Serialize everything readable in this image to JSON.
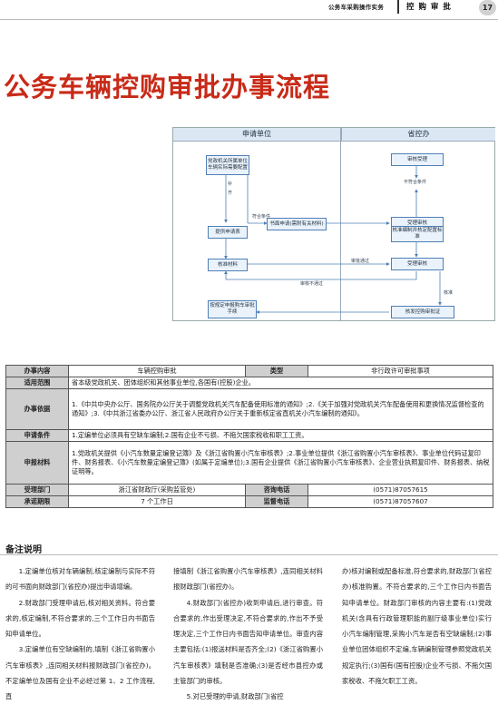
{
  "header": {
    "left": "公务车采购操作实务",
    "right": "控 购 审 批",
    "page_number": "17"
  },
  "title": "公务车辆控购审批办事流程",
  "diagram": {
    "lanes": [
      "申请单位",
      "省控办"
    ],
    "boxes": {
      "b1": "党政机关所属单位车辆实际需要配置",
      "b2": "书面申请(需附有关材料)",
      "b3": "提供申请表",
      "b4": "核准材料",
      "b5": "按规定申报购车审批手续",
      "b6": "审核受理",
      "b7": "不符合条件",
      "b8": "受理审核",
      "b9": "核准编制并核定配置标准",
      "b10": "受理审核",
      "b11": "核发控购审批证"
    },
    "labels": {
      "l1": "符合条件",
      "l2": "补",
      "l3": "齐",
      "l4": "审批通过",
      "l5": "审核不通过",
      "l6": "核准"
    }
  },
  "table": {
    "row1": {
      "h1": "办事内容",
      "v1": "车辆控购审批",
      "h2": "类型",
      "v2": "非行政许可审批事项"
    },
    "row2": {
      "h": "适用范围",
      "v": "省本级党政机关、团体组织和其他事业单位,各国有(控股)企业。"
    },
    "row3": {
      "h": "办事依据",
      "v": "1.《中共中央办公厅、国务院办公厅关于调整党政机关汽车配备使用标准的通知》;2.《关于加强对党政机关汽车配备使用和更换情况监督检查的通知》;3.《中共浙江省委办公厅、浙江省人民政府办公厅关于重新核定省直机关小汽车编制的通知》。"
    },
    "row4": {
      "h": "申请条件",
      "v": "1.定编单位必须具有空缺车编制;2.国有企业不亏损、不拖欠国家税收和职工工资。"
    },
    "row5": {
      "h": "申报材料",
      "v": "1.党政机关提供《小汽车数量定编登记簿》及《浙江省购置小汽车审核表》;2.事业单位提供《浙江省购置小汽车审核表》、事业单位代码证复印件、财务报表、《小汽车数量定编登记簿》(如属于定编单位);3.国有企业提供《浙江省购置小汽车审核表》、企业营业执照复印件、财务报表、纳税证明等。"
    },
    "row6": {
      "h1": "受理部门",
      "v1": "浙江省财政厅(采购监管处)",
      "h2": "咨询电话",
      "v2": "(0571)87057615"
    },
    "row7": {
      "h1": "承诺期限",
      "v1": "7 个工作日",
      "h2": "监督电话",
      "v2": "(0571)87057607"
    }
  },
  "notes": {
    "title": "备注说明",
    "col1": [
      "1.定编单位核对车辆编制,核定编制与实际不符的可书面向财政部门(省控办)提出申请增编。",
      "2.财政部门受理申请后,核对相关资料。符合要求的,核定编制,不符合要求的,三个工作日内书面告知申请单位。",
      "3.定编单位有空缺编制的,填制《浙江省购置小汽车审核表》,连同相关材料报财政部门(省控办)。不定编单位及国有企业不必经过第 1、2 工作流程,直"
    ],
    "col2": [
      "接填制《浙江省购置小汽车审核表》,连同相关材料报财政部门(省控办)。",
      "4.财政部门(省控办)收到申请后,进行审查。符合要求的,作出受理决定,不符合要求的,作出不予受理决定,三个工作日内书面告知申请单位。审查内容主要包括:(1)报送材料是否齐全;(2)《浙江省购置小汽车审核表》填制是否准确;(3)是否经市县控办或主管部门的审核。",
      "5.对已受理的申请,财政部门(省控"
    ],
    "col3": [
      "办)核对编制或配备标准,符合要求的,财政部门(省控办)核准购置。不符合要求的,三个工作日内书面告知申请单位。财政部门审核的内容主要有:(1)党政机关(含具有行政管理职能的副厅级事业单位)实行小汽车编制管理,采购小汽车是否有空缺编制;(2)事业单位团体组织不定编,车辆编制管理参照党政机关规定执行;(3)国有(国有控股)企业不亏损、不拖欠国家税收、不拖欠职工工资。"
    ]
  }
}
